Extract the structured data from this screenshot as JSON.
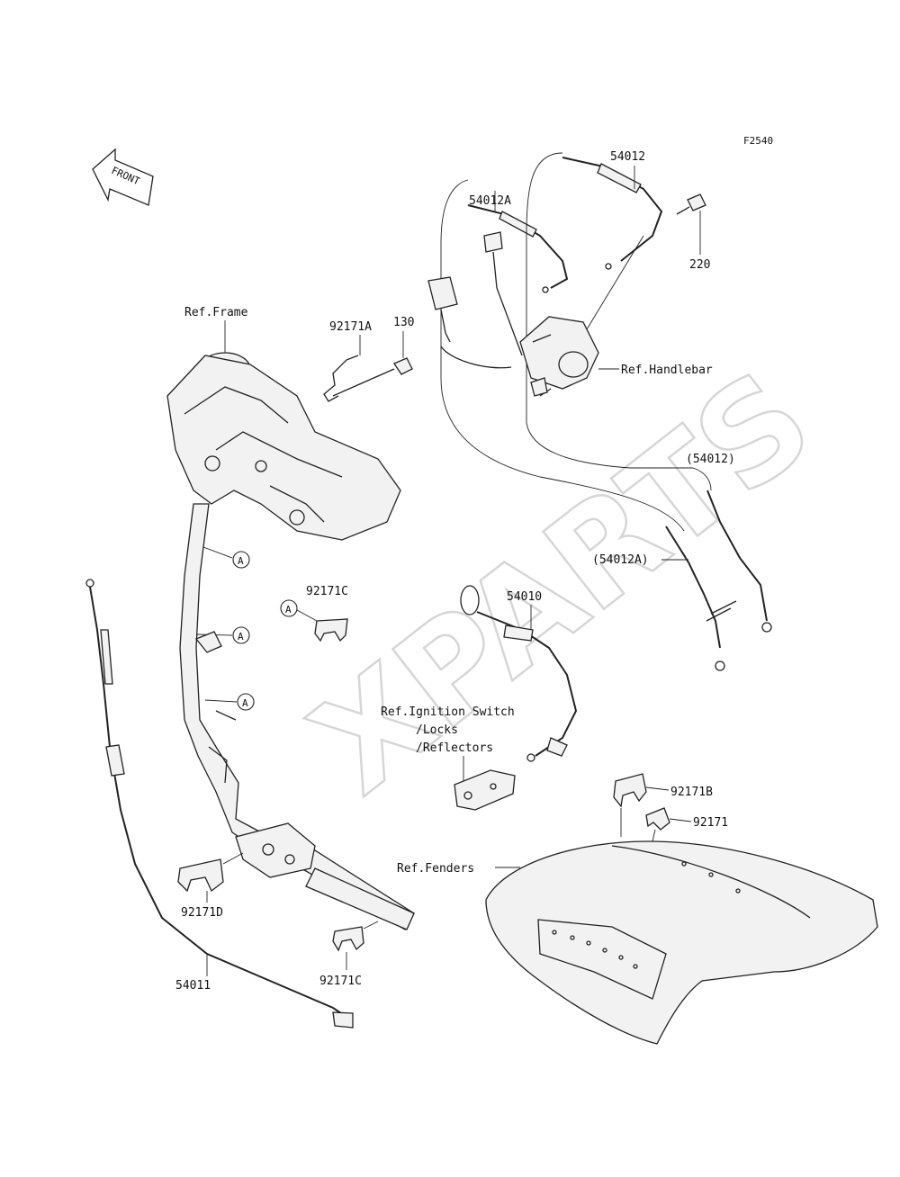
{
  "diagram_code": "F2540",
  "front_label": "FRONT",
  "watermark": "XPARTS",
  "references": {
    "frame": "Ref.Frame",
    "handlebar": "Ref.Handlebar",
    "ignition": "Ref.Ignition Switch",
    "locks": "/Locks",
    "reflectors": "/Reflectors",
    "fenders": "Ref.Fenders"
  },
  "parts": {
    "p54012": "54012",
    "p54012A": "54012A",
    "p220": "220",
    "p92171A": "92171A",
    "p130": "130",
    "p54012_alt": "(54012)",
    "p54012A_alt": "(54012A)",
    "p92171C_top": "92171C",
    "p54010": "54010",
    "p92171B": "92171B",
    "p92171": "92171",
    "p92171D": "92171D",
    "p92171C_bottom": "92171C",
    "p54011": "54011"
  },
  "markers": {
    "a": "A"
  }
}
